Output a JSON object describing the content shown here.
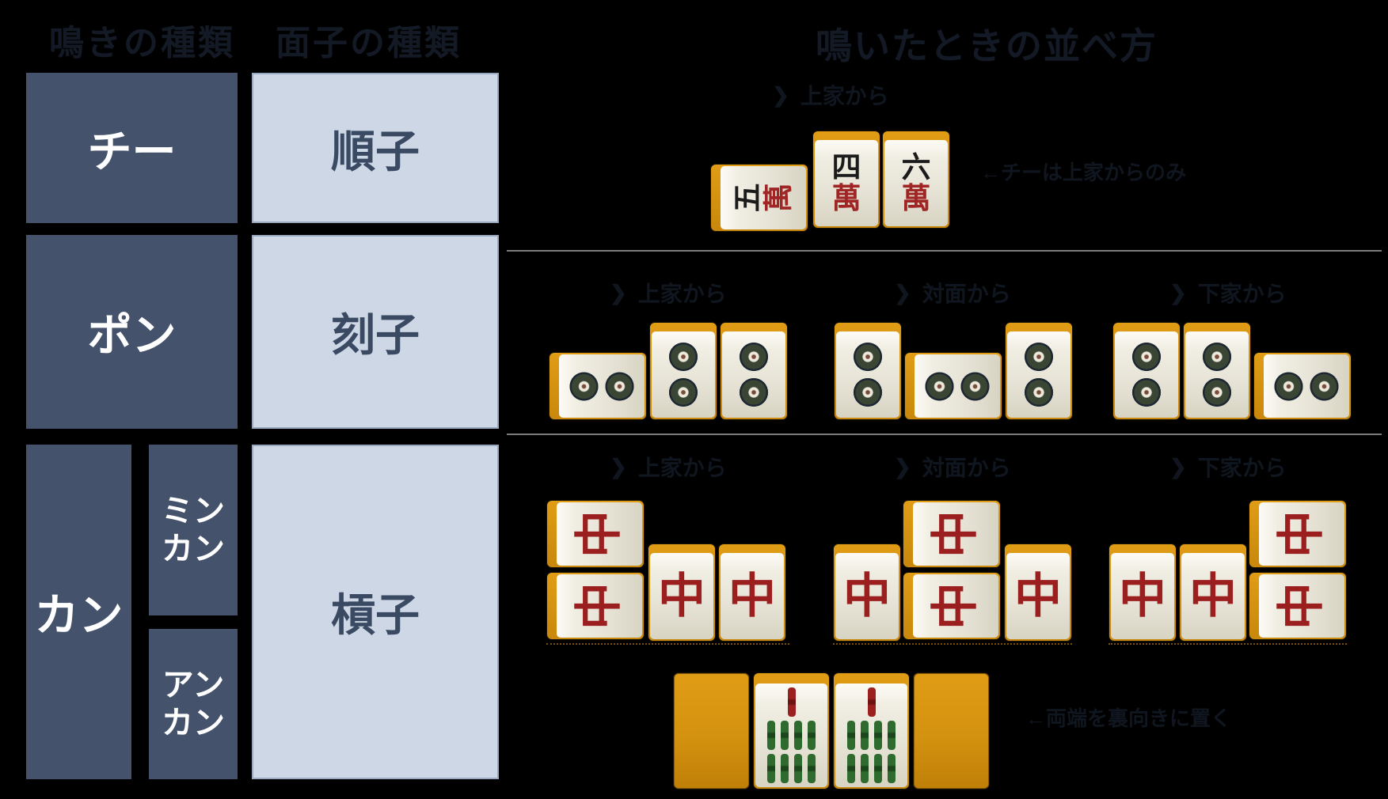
{
  "headers": {
    "call_column": "鳴きの種類",
    "meld_column": "面子の種類",
    "examples_title": "鳴いたときの並べ方"
  },
  "call_table": {
    "chii": "チー",
    "pon": "ポン",
    "kan": "カン",
    "minkan": [
      "ミン",
      "カン"
    ],
    "ankan": [
      "アン",
      "カン"
    ],
    "shuntsu": "順子",
    "kotsu": "刻子",
    "kantsu": "槓子"
  },
  "tile_glyphs": {
    "man4_num": "四",
    "man5_num": "五",
    "man6_num": "六",
    "man_suit": "萬",
    "chun": "中",
    "pin2_name": "2pin-circles",
    "sou9_name": "9sou-sticks",
    "back_name": "face-down-back"
  },
  "examples": {
    "chii": {
      "caption": "上家から",
      "note": "←チーは上家からのみ"
    },
    "pon_captions": [
      "上家から",
      "対面から",
      "下家から"
    ],
    "kan_captions": [
      "上家から",
      "対面から",
      "下家から"
    ],
    "ankan_note": "←両端を裏向きに置く"
  },
  "ui": {
    "caption_arrow": "❯"
  },
  "colors": {
    "background": "#000000",
    "dark_box": "#44526B",
    "dark_box_text": "#FFFFFF",
    "light_box": "#CED7E5",
    "light_box_text": "#3A4A63",
    "divider": "#7B7B7B",
    "tile_back_orange": "#D3920F",
    "tile_face_ivory": "#F0EDE2",
    "dragon_red": "#9C1F1F",
    "man_suit_red": "#A02525",
    "sou_green": "#2F6B2F",
    "hidden_text_dark": "#10161F"
  }
}
